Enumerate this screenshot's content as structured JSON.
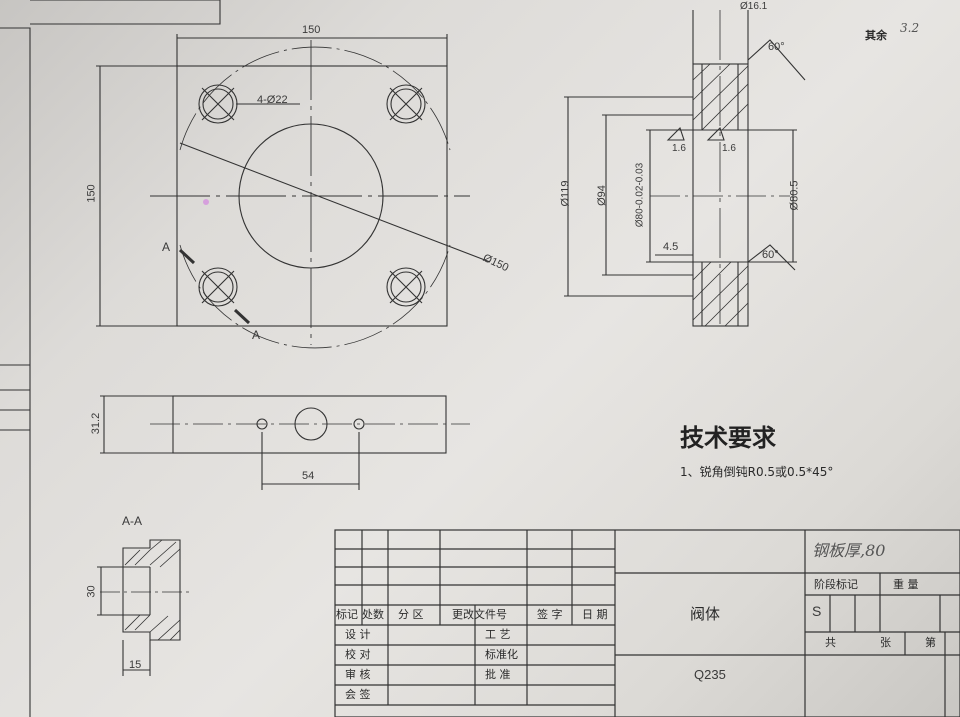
{
  "drawing": {
    "extra_top": "其余",
    "extra_top_mark": "3.2",
    "front_view": {
      "width_dim": "150",
      "height_dim": "150",
      "holes_note": "4-Ø22",
      "circle_dim": "Ø150",
      "section_mark": "A"
    },
    "side_view": {
      "dims": [
        "Ø119",
        "Ø94",
        "Ø80-0.02-0.03",
        "Ø80.5",
        "4.5",
        "60°",
        "60°",
        "1.6",
        "1.6",
        "Ø16.1"
      ]
    },
    "bottom_view": {
      "height_dim": "31.2",
      "spacing_dim": "54"
    },
    "section_view": {
      "title": "A-A",
      "height_dim": "30",
      "width_dim": "15"
    }
  },
  "notes": {
    "title": "技术要求",
    "item1": "1、锐角倒钝R0.5或0.5*45°"
  },
  "title_block": {
    "material_handwritten": "钢板厚,80",
    "part_name": "阀体",
    "material": "Q235",
    "headers": [
      "标记",
      "处数",
      "分 区",
      "更改文件号",
      "签 字",
      "日 期"
    ],
    "roles": [
      "设 计",
      "校 对",
      "审 核",
      "会 签"
    ],
    "roles2": [
      "工 艺",
      "标准化",
      "批 准"
    ],
    "stage_label": "阶段标记",
    "weight_label": "重 量",
    "stage_value": "S",
    "total_label": "共",
    "sheets_label": "张",
    "page_label": "第"
  }
}
